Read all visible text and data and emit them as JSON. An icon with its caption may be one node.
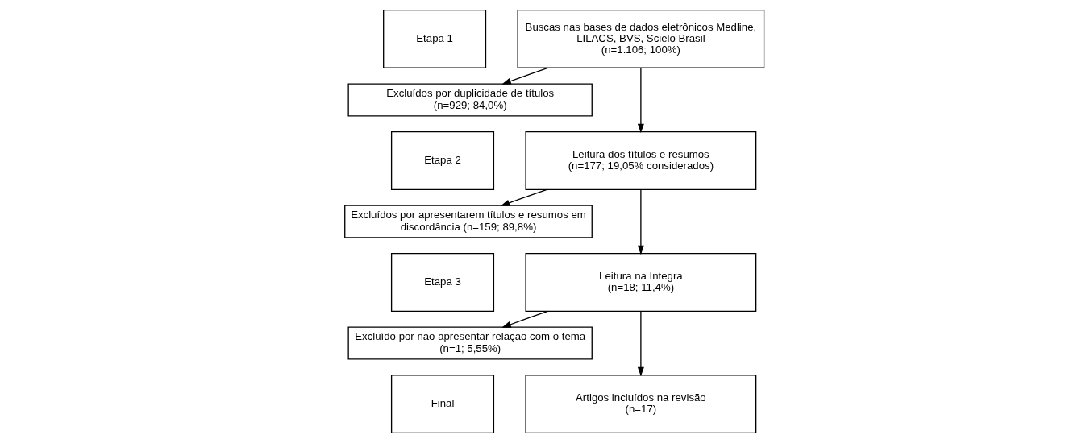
{
  "diagram": {
    "nodes": [
      {
        "text": [
          "Etapa 1"
        ]
      },
      {
        "text": [
          "Buscas nas bases de dados eletrônicos Medline, LILACS, BVS, Scielo Brasil",
          "(n=1.106; 100%)"
        ]
      },
      {
        "text": [
          "Excluídos por duplicidade de títulos",
          "(n=929; 84,0%)"
        ]
      },
      {
        "text": [
          "Etapa 2"
        ]
      },
      {
        "text": [
          "Leitura dos títulos e resumos",
          "(n=177; 19,05% considerados)"
        ]
      },
      {
        "text": [
          "Excluídos por apresentarem títulos e resumos em discordância (n=159; 89,8%)"
        ]
      },
      {
        "text": [
          "Etapa 3"
        ]
      },
      {
        "text": [
          "Leitura na Integra",
          "(n=18; 11,4%)"
        ]
      },
      {
        "text": [
          "Excluído por não apresentar relação com o tema",
          "(n=1; 5,55%)"
        ]
      },
      {
        "text": [
          "Final"
        ]
      },
      {
        "text": [
          "Artigos incluídos na revisão",
          "(n=17)"
        ]
      }
    ],
    "edges": [
      {
        "from": 1,
        "to": 4,
        "arrow": "to"
      },
      {
        "from": 1,
        "to": 2,
        "arrow": "to"
      },
      {
        "from": 4,
        "to": 7,
        "arrow": "to"
      },
      {
        "from": 4,
        "to": 5,
        "arrow": "to"
      },
      {
        "from": 7,
        "to": 10,
        "arrow": "to"
      },
      {
        "from": 7,
        "to": 8,
        "arrow": "to"
      }
    ]
  }
}
